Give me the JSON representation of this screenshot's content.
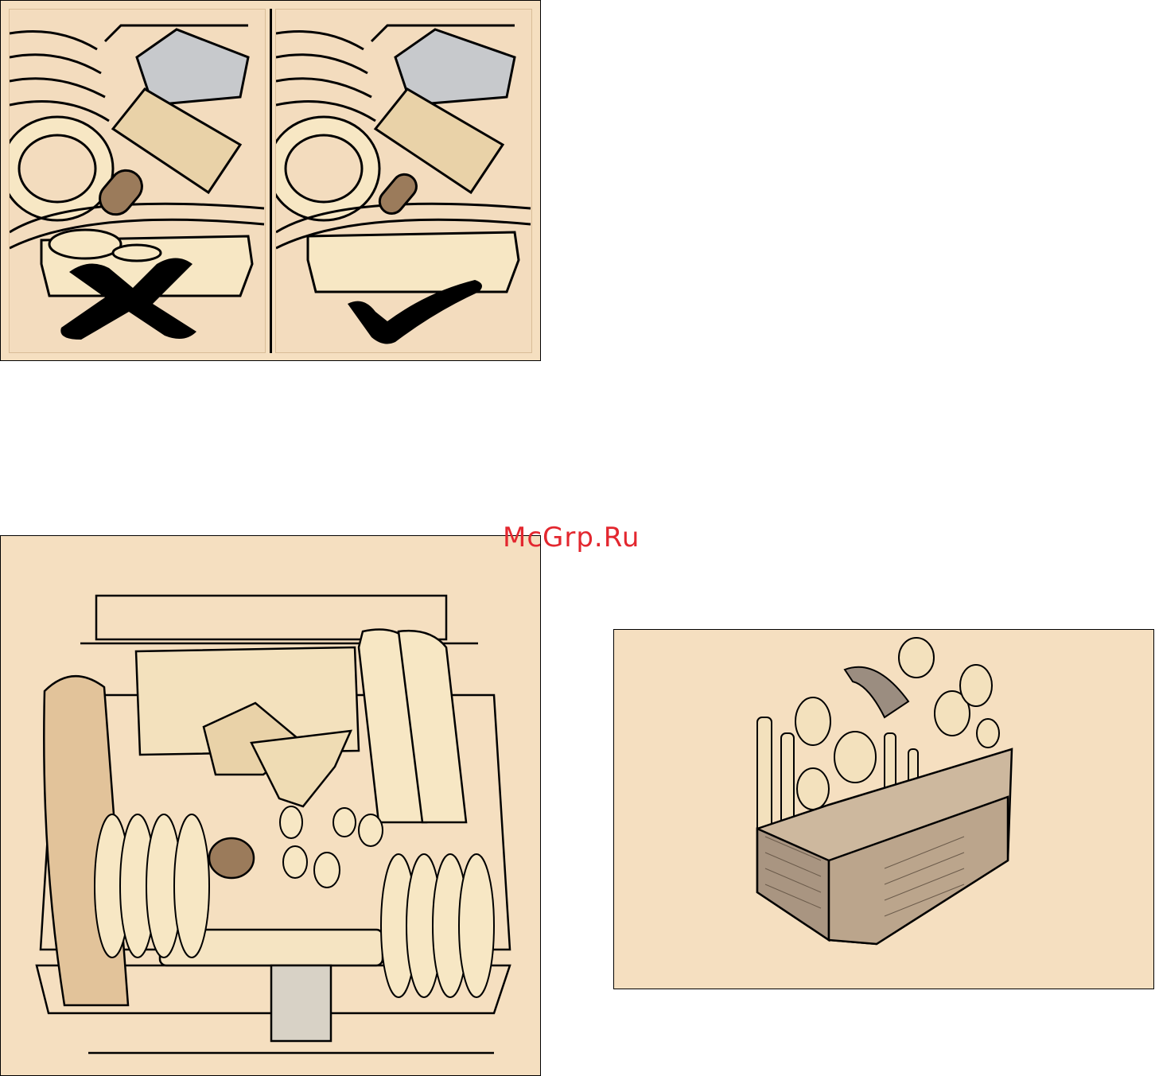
{
  "watermark": {
    "text": "McGrp.Ru",
    "color": "#e3272f"
  },
  "figures": {
    "top": {
      "panels": [
        {
          "verdict_icon": "cross-mark-icon",
          "meaning": "incorrect"
        },
        {
          "verdict_icon": "check-mark-icon",
          "meaning": "correct"
        }
      ]
    },
    "bottom_left": {
      "subject": "lower-rack-loaded-icon"
    },
    "bottom_right": {
      "subject": "cutlery-basket-icon"
    }
  },
  "colors": {
    "background": "#f5dfc0",
    "outline": "#000000",
    "dish": "#f7e7c4",
    "shadow": "#c9a77e"
  }
}
